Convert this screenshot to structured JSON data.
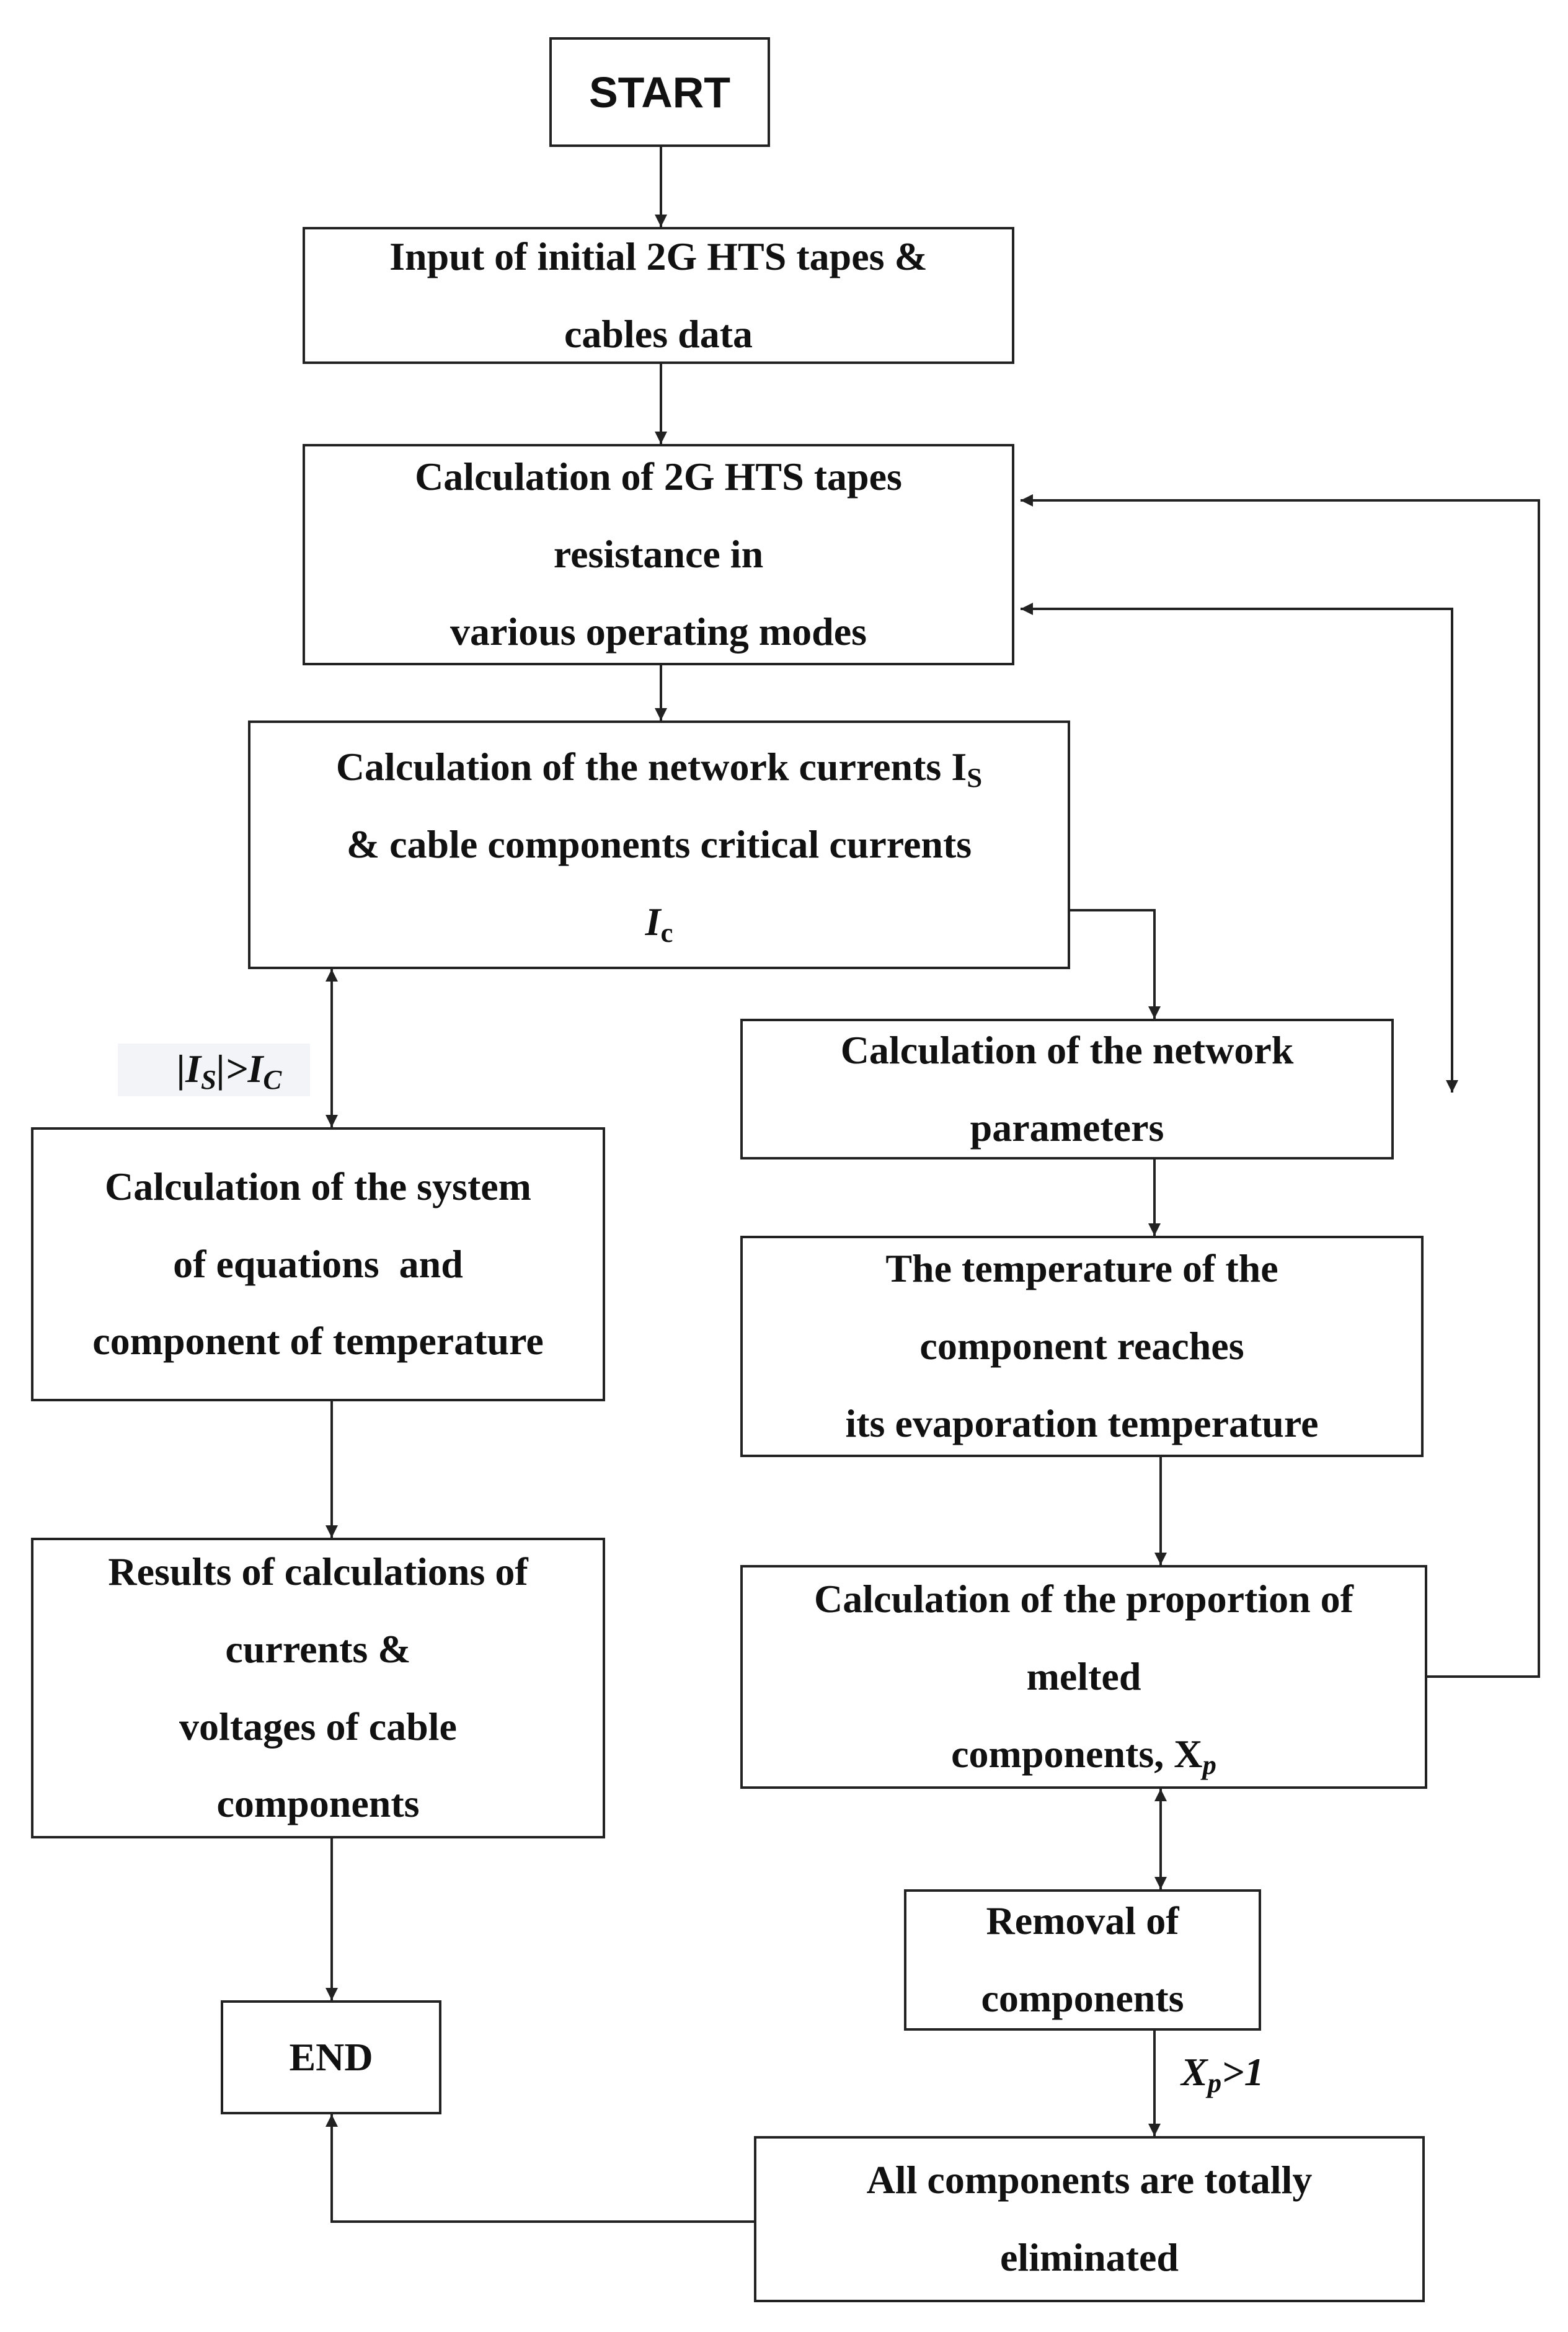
{
  "nodes": {
    "start": "START",
    "input": [
      "Input of initial 2G HTS tapes &",
      "cables data"
    ],
    "resistance": [
      "Calculation of 2G HTS tapes",
      "resistance in",
      "various operating modes"
    ],
    "currents": [
      "Calculation of the network currents I",
      "& cable components critical currents",
      "I"
    ],
    "network_params": [
      "Calculation of the network",
      "parameters"
    ],
    "system": [
      "Calculation of the system",
      "of equations  and",
      "component of temperature"
    ],
    "temperature": [
      "The temperature of the",
      "component reaches",
      "its evaporation temperature"
    ],
    "results": [
      "Results of calculations of",
      "currents &",
      "voltages of cable",
      "components"
    ],
    "proportion": [
      "Calculation of the proportion of",
      "melted",
      "components, X"
    ],
    "removal": [
      "Removal of",
      "components"
    ],
    "end": "END",
    "eliminated": [
      "All components are totally",
      "eliminated"
    ]
  },
  "subscripts": {
    "currents_s": "S",
    "currents_c": "c",
    "proportion_p": "p"
  },
  "conditions": {
    "current_condition": {
      "prefix": "|I",
      "sub1": "S",
      "mid": "|>I",
      "sub2": "C"
    },
    "melt_condition": {
      "prefix": "X",
      "sub": "p",
      "suffix": ">1"
    }
  },
  "colors": {
    "line": "#222222",
    "condition_bg": "#f3f4f8"
  }
}
